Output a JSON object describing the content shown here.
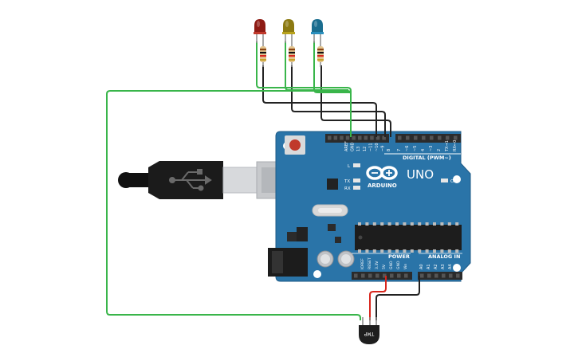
{
  "board": {
    "brand": "ARDUINO",
    "model": "UNO",
    "digital_header": "DIGITAL (PWM~)",
    "power_header": "POWER",
    "analog_header": "ANALOG IN",
    "on_label": "ON",
    "led_l": "L",
    "led_tx": "TX",
    "led_rx": "RX",
    "digital_pins": [
      "AREF",
      "GND",
      "13",
      "12",
      "~11",
      "~10",
      "~9",
      "8",
      "7",
      "~6",
      "~5",
      "4",
      "~3",
      "2",
      "TX→1",
      "RX←0"
    ],
    "power_pins": [
      "IOREF",
      "RESET",
      "3.3V",
      "5V",
      "GND",
      "GND",
      "Vin"
    ],
    "analog_pins": [
      "A0",
      "A1",
      "A2",
      "A3",
      "A4",
      "A5"
    ]
  },
  "sensor": {
    "label": "TMP"
  },
  "leds": [
    {
      "color_name": "red",
      "body": "#8e1b14",
      "glow": "#c0392b"
    },
    {
      "color_name": "yellow",
      "body": "#8c7a12",
      "glow": "#b8a21c"
    },
    {
      "color_name": "blue",
      "body": "#1a6d8f",
      "glow": "#2a8fbd"
    }
  ],
  "colors": {
    "board": "#2a74a8",
    "board_edge": "#1f5b87",
    "wire_green": "#39b54a",
    "wire_black": "#222222",
    "wire_red": "#d8261d"
  }
}
